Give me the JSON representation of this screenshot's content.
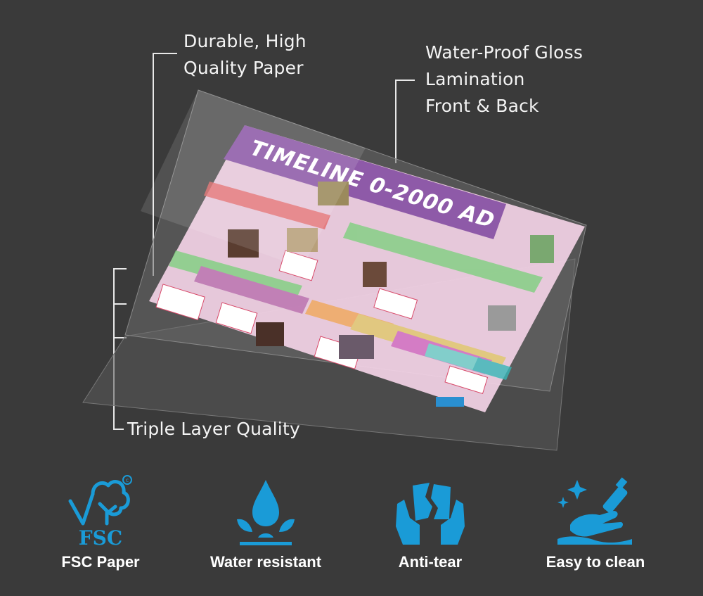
{
  "callouts": {
    "paper": [
      "Durable, High",
      "Quality Paper"
    ],
    "lamination": [
      "Water-Proof Gloss",
      "Lamination",
      "Front & Back"
    ],
    "triple": "Triple Layer Quality"
  },
  "poster": {
    "title": "TIMELINE 0-2000 AD"
  },
  "features": [
    {
      "label": "FSC Paper",
      "icon": "fsc-tree-icon"
    },
    {
      "label": "Water resistant",
      "icon": "water-drop-icon"
    },
    {
      "label": "Anti-tear",
      "icon": "torn-paper-icon"
    },
    {
      "label": "Easy to clean",
      "icon": "cleaning-spray-icon"
    }
  ],
  "fsc_mark": "FSC",
  "colors": {
    "background": "#3a3a3a",
    "icon_blue": "#1a9bd7",
    "text": "#ffffff",
    "poster_title_band": "#8e5aa8",
    "poster_base": "#f3d3e6"
  }
}
